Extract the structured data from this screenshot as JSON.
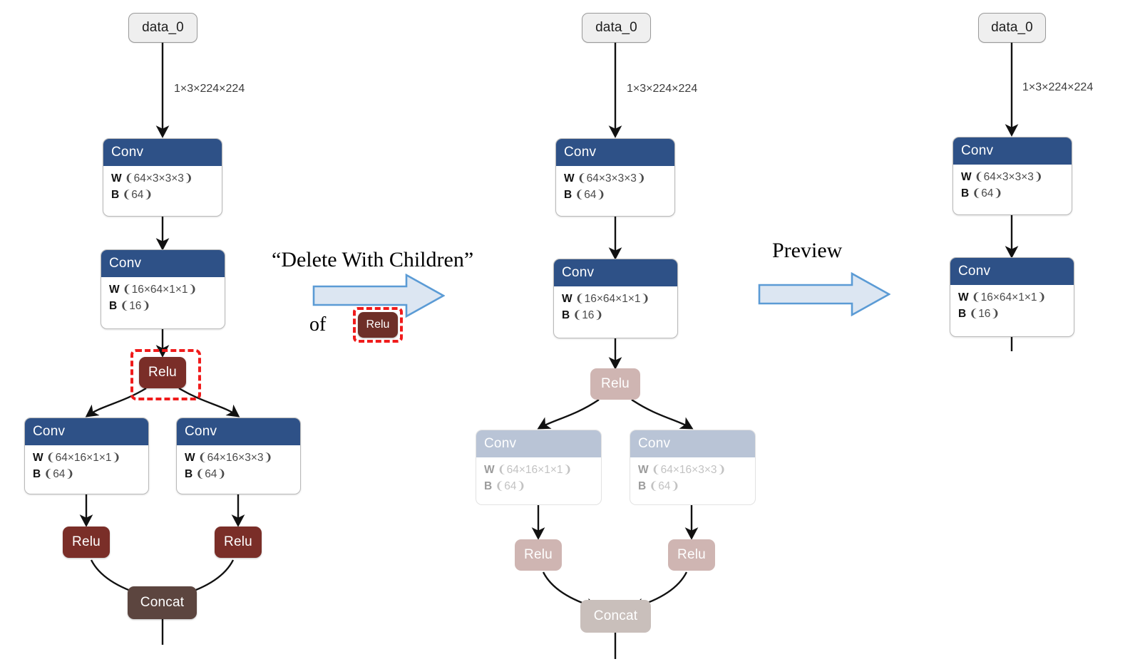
{
  "labels": {
    "data_node": "data_0",
    "conv": "Conv",
    "relu": "Relu",
    "concat": "Concat",
    "w_key": "W",
    "b_key": "B",
    "edge_shape": "1×3×224×224"
  },
  "colors": {
    "conv_header": "#2e5187",
    "conv_header_ghost": "#b9c4d6",
    "relu": "#7a2e28",
    "relu_ghost": "#cfb5b2",
    "concat": "#5c453f",
    "concat_ghost": "#c9bfbb",
    "io_node": "#efefef",
    "selection": "#f01b1b",
    "arrow_fill": "#dce6f2",
    "arrow_stroke": "#5b9bd5"
  },
  "annotations": {
    "step1_title": "“Delete With Children”",
    "step1_of": "of",
    "step1_chip": "Relu",
    "step2_title": "Preview"
  },
  "graphs": {
    "before": {
      "data": "data_0",
      "edge_shape": "1×3×224×224",
      "conv1": {
        "title": "Conv",
        "w": "❨64×3×3×3❩",
        "b": "❨64❩"
      },
      "conv2": {
        "title": "Conv",
        "w": "❨16×64×1×1❩",
        "b": "❨16❩"
      },
      "relu_selected": "Relu",
      "conv_left": {
        "title": "Conv",
        "w": "❨64×16×1×1❩",
        "b": "❨64❩"
      },
      "conv_right": {
        "title": "Conv",
        "w": "❨64×16×3×3❩",
        "b": "❨64❩"
      },
      "relu_left": "Relu",
      "relu_right": "Relu",
      "concat": "Concat"
    },
    "preview": {
      "data": "data_0",
      "edge_shape": "1×3×224×224",
      "conv1": {
        "title": "Conv",
        "w": "❨64×3×3×3❩",
        "b": "❨64❩"
      },
      "conv2": {
        "title": "Conv",
        "w": "❨16×64×1×1❩",
        "b": "❨16❩"
      },
      "relu_ghost": "Relu",
      "conv_left": {
        "title": "Conv",
        "w": "❨64×16×1×1❩",
        "b": "❨64❩"
      },
      "conv_right": {
        "title": "Conv",
        "w": "❨64×16×3×3❩",
        "b": "❨64❩"
      },
      "relu_left": "Relu",
      "relu_right": "Relu",
      "concat": "Concat"
    },
    "after": {
      "data": "data_0",
      "edge_shape": "1×3×224×224",
      "conv1": {
        "title": "Conv",
        "w": "❨64×3×3×3❩",
        "b": "❨64❩"
      },
      "conv2": {
        "title": "Conv",
        "w": "❨16×64×1×1❩",
        "b": "❨16❩"
      }
    }
  }
}
